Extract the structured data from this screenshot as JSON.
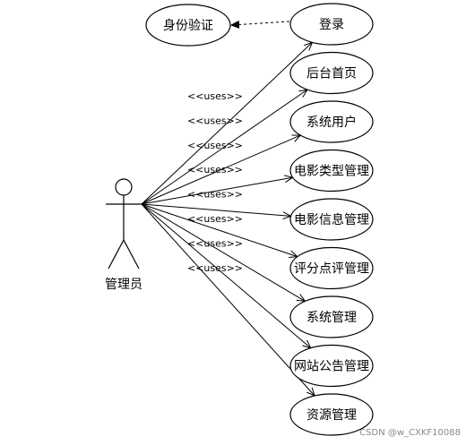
{
  "actor": {
    "label": "管理员"
  },
  "include_case": {
    "label": "身份验证"
  },
  "use_cases": [
    {
      "label": "登录"
    },
    {
      "label": "后台首页"
    },
    {
      "label": "系统用户"
    },
    {
      "label": "电影类型管理"
    },
    {
      "label": "电影信息管理"
    },
    {
      "label": "评分点评管理"
    },
    {
      "label": "系统管理"
    },
    {
      "label": "网站公告管理"
    },
    {
      "label": "资源管理"
    }
  ],
  "stereotype": "<<uses>>",
  "watermark": "CSDN @w_CXKF10088"
}
